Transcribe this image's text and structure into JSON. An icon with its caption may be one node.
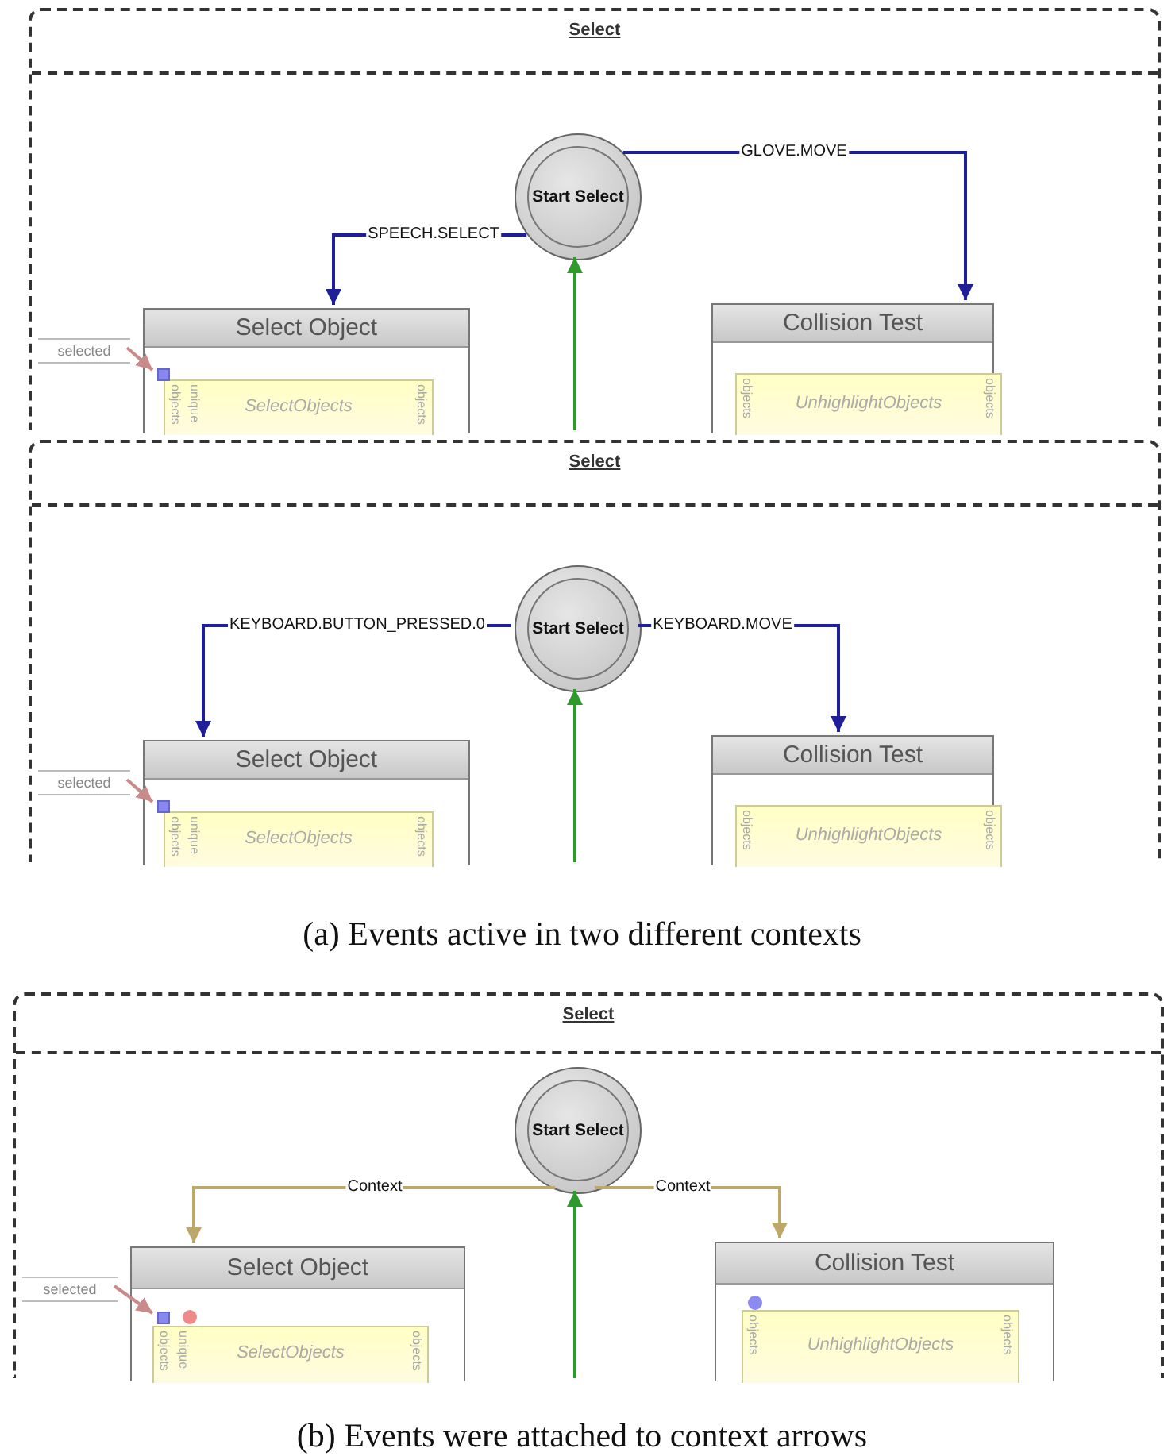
{
  "diagram": {
    "nodes": [
      {
        "text": [
          "Select"
        ]
      },
      {
        "text": [
          "Start Select"
        ],
        "in": 0
      },
      {
        "text": [
          "Select Object"
        ],
        "in": 0
      },
      {
        "text": [
          "SelectObjects",
          "objects",
          "unique",
          "objects"
        ],
        "in": 2
      },
      {
        "text": [],
        "shape": "box",
        "in": 2
      },
      {
        "text": [
          "Collision Test"
        ],
        "in": 0
      },
      {
        "text": [
          "UnhighlightObjects",
          "objects",
          "objects"
        ],
        "in": 5
      },
      {
        "text": [
          "selected"
        ],
        "in": 0
      },
      {
        "text": [
          "Select"
        ]
      },
      {
        "text": [
          "Start Select"
        ],
        "in": 8
      },
      {
        "text": [
          "Select Object"
        ],
        "in": 8
      },
      {
        "text": [
          "SelectObjects",
          "objects",
          "unique",
          "objects"
        ],
        "in": 10
      },
      {
        "text": [],
        "shape": "box",
        "in": 10
      },
      {
        "text": [
          "Collision Test"
        ],
        "in": 8
      },
      {
        "text": [
          "UnhighlightObjects",
          "objects",
          "objects"
        ],
        "in": 13
      },
      {
        "text": [
          "selected"
        ],
        "in": 8
      },
      {
        "text": [
          "Select"
        ]
      },
      {
        "text": [
          "Start Select"
        ],
        "in": 16
      },
      {
        "text": [
          "Select Object"
        ],
        "in": 16
      },
      {
        "text": [
          "SelectObjects",
          "objects",
          "unique",
          "objects"
        ],
        "in": 18
      },
      {
        "text": [],
        "shape": "box",
        "in": 18
      },
      {
        "text": [
          "Collision Test"
        ],
        "in": 16
      },
      {
        "text": [
          "UnhighlightObjects",
          "objects",
          "objects"
        ],
        "in": 21
      },
      {
        "text": [
          "selected"
        ],
        "in": 16
      }
    ],
    "edges": [
      {
        "from": 1,
        "to": 2,
        "arrow": "to",
        "label": "SPEECH.SELECT"
      },
      {
        "from": 1,
        "to": 5,
        "arrow": "to",
        "label": "GLOVE.MOVE"
      },
      {
        "from": 7,
        "to": 4,
        "arrow": "to",
        "color": "#c98a8a"
      },
      {
        "from": null,
        "to": 1,
        "arrow": "to",
        "color": "#2e9a2e"
      },
      {
        "from": 9,
        "to": 10,
        "arrow": "to",
        "label": "KEYBOARD.BUTTON_PRESSED.0"
      },
      {
        "from": 9,
        "to": 13,
        "arrow": "to",
        "label": "KEYBOARD.MOVE"
      },
      {
        "from": 15,
        "to": 12,
        "arrow": "to",
        "color": "#c98a8a"
      },
      {
        "from": null,
        "to": 9,
        "arrow": "to",
        "color": "#2e9a2e"
      },
      {
        "from": 17,
        "to": 18,
        "arrow": "to",
        "label": "Context",
        "color": "#bba86a"
      },
      {
        "from": 17,
        "to": 21,
        "arrow": "to",
        "label": "Context",
        "color": "#bba86a"
      },
      {
        "from": 23,
        "to": 20,
        "arrow": "to",
        "color": "#c98a8a"
      },
      {
        "from": null,
        "to": 17,
        "arrow": "to",
        "color": "#2e9a2e"
      }
    ],
    "labels": [
      "(a) Events active in two different contexts",
      "(b) Events were attached to context arrows"
    ]
  }
}
